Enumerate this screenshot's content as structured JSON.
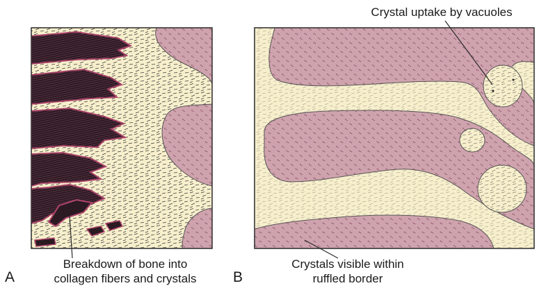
{
  "colors": {
    "cytoplasm": "#cfa3ae",
    "resorption_zone": "#f7efcc",
    "outline": "#2a2a2a",
    "collagen_fiber": "#2b1a22",
    "collagen_edge": "#b0456c",
    "crystal_mark": "#333333"
  },
  "panel_a": {
    "letter": "A",
    "caption_line1": "Breakdown of bone into",
    "caption_line2": "collagen fibers and crystals"
  },
  "panel_b": {
    "letter": "B",
    "top_label": "Crystal uptake by vacuoles",
    "caption_line1": "Crystals visible within",
    "caption_line2": "ruffled border"
  }
}
